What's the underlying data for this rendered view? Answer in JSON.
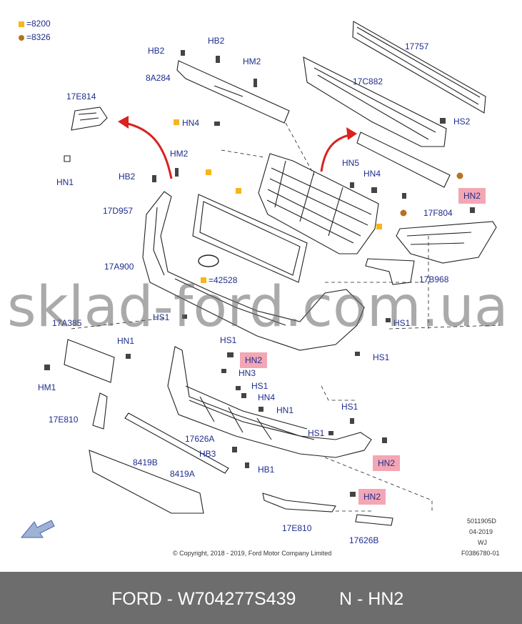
{
  "legend": {
    "square_code": "=8200",
    "dot_code": "=8326"
  },
  "labels": {
    "l17757": "17757",
    "hb2_top": "HB2",
    "hb2_top_right": "HB2",
    "hm2_top": "HM2",
    "p8a284": "8A284",
    "p17c882": "17C882",
    "p17e814": "17E814",
    "hn4_top": "HN4",
    "hs2": "HS2",
    "hm2_mid": "HM2",
    "hn1_top": "HN1",
    "hb2_mid": "HB2",
    "hn5": "HN5",
    "hn4_mid": "HN4",
    "hn2_right": "HN2",
    "p17d957": "17D957",
    "p17f804": "17F804",
    "p17a900": "17A900",
    "p42528": "=42528",
    "p17b968": "17B968",
    "hs1_a": "HS1",
    "hs1_b": "HS1",
    "p17a385": "17A385",
    "hn1_mid": "HN1",
    "hs1_c": "HS1",
    "hs1_d": "HS1",
    "hn2_mid": "HN2",
    "hm1": "HM1",
    "hn3": "HN3",
    "hs1_e": "HS1",
    "hn4_low": "HN4",
    "hn1_low": "HN1",
    "hs1_f": "HS1",
    "p17e810_a": "17E810",
    "p17626a": "17626A",
    "hs1_g": "HS1",
    "hb3": "HB3",
    "hn2_low": "HN2",
    "p8419b": "8419B",
    "p8419a": "8419A",
    "hb1": "HB1",
    "hn2_bottom": "HN2",
    "p17e810_b": "17E810",
    "p17626b": "17626B"
  },
  "meta": {
    "code1": "5011905D",
    "date": "04-2019",
    "initials": "WJ",
    "figure": "F0386780-01",
    "copyright": "© Copyright, 2018 - 2019, Ford Motor Company Limited"
  },
  "watermark": "sklad-ford.com.ua",
  "footer": {
    "left": "FORD - W704277S439",
    "right": "N - HN2"
  },
  "colors": {
    "label": "#1f2d8c",
    "highlight": "#f3a6b4",
    "square": "#f6b51d",
    "dot": "#b5731f",
    "arrow": "#d8231f",
    "footer_bg": "#6d6d6d"
  }
}
